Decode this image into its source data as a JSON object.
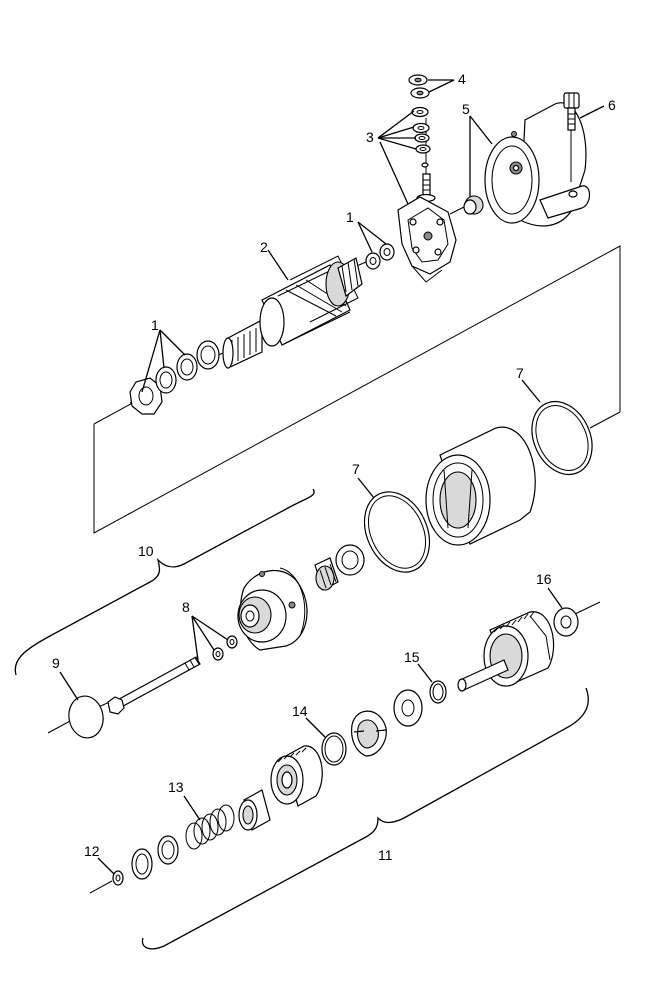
{
  "callouts": [
    "1",
    "1",
    "1",
    "2",
    "3",
    "4",
    "5",
    "6",
    "7",
    "7",
    "8",
    "9",
    "10",
    "11",
    "12",
    "13",
    "14",
    "15",
    "16"
  ]
}
